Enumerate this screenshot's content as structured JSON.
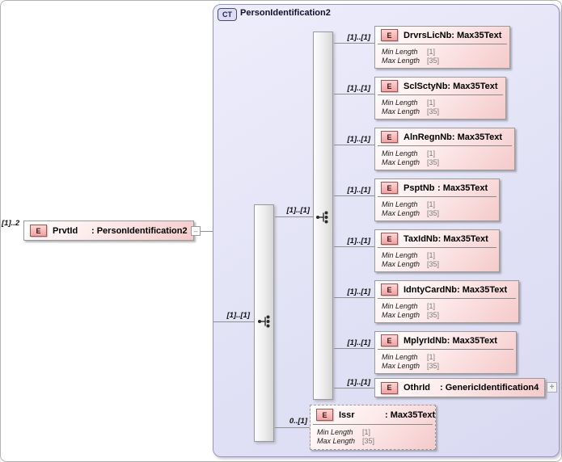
{
  "icons": {
    "collapse_glyph": "–",
    "expand_glyph": "+",
    "group_icon": "sequence-connector-icon"
  },
  "root": {
    "cardinality": "[1]..2",
    "badge": "E",
    "name": "PrvtId",
    "type": ": PersonIdentification2"
  },
  "container": {
    "badge": "CT",
    "title": "PersonIdentification2"
  },
  "group_links": {
    "outer_cardinality": "[1]..[1]",
    "inner_cardinality": "[1]..[1]"
  },
  "elements": [
    {
      "cardinality": "[1]..[1]",
      "badge": "E",
      "name": "DrvrsLicNb",
      "type": ": Max35Text",
      "min_label": "Min Length",
      "min_value": "[1]",
      "max_label": "Max Length",
      "max_value": "[35]"
    },
    {
      "cardinality": "[1]..[1]",
      "badge": "E",
      "name": "SclSctyNb",
      "type": ": Max35Text",
      "min_label": "Min Length",
      "min_value": "[1]",
      "max_label": "Max Length",
      "max_value": "[35]"
    },
    {
      "cardinality": "[1]..[1]",
      "badge": "E",
      "name": "AlnRegnNb",
      "type": ": Max35Text",
      "min_label": "Min Length",
      "min_value": "[1]",
      "max_label": "Max Length",
      "max_value": "[35]"
    },
    {
      "cardinality": "[1]..[1]",
      "badge": "E",
      "name": "PsptNb",
      "type": ": Max35Text",
      "min_label": "Min Length",
      "min_value": "[1]",
      "max_label": "Max Length",
      "max_value": "[35]"
    },
    {
      "cardinality": "[1]..[1]",
      "badge": "E",
      "name": "TaxIdNb",
      "type": ": Max35Text",
      "min_label": "Min Length",
      "min_value": "[1]",
      "max_label": "Max Length",
      "max_value": "[35]"
    },
    {
      "cardinality": "[1]..[1]",
      "badge": "E",
      "name": "IdntyCardNb",
      "type": ": Max35Text",
      "min_label": "Min Length",
      "min_value": "[1]",
      "max_label": "Max Length",
      "max_value": "[35]"
    },
    {
      "cardinality": "[1]..[1]",
      "badge": "E",
      "name": "MplyrIdNb",
      "type": ": Max35Text",
      "min_label": "Min Length",
      "min_value": "[1]",
      "max_label": "Max Length",
      "max_value": "[35]"
    }
  ],
  "othr": {
    "cardinality": "[1]..[1]",
    "badge": "E",
    "name": "OthrId",
    "type": ": GenericIdentification4"
  },
  "issr": {
    "cardinality": "0..[1]",
    "badge": "E",
    "name": "Issr",
    "type": ": Max35Text",
    "min_label": "Min Length",
    "min_value": "[1]",
    "max_label": "Max Length",
    "max_value": "[35]"
  }
}
